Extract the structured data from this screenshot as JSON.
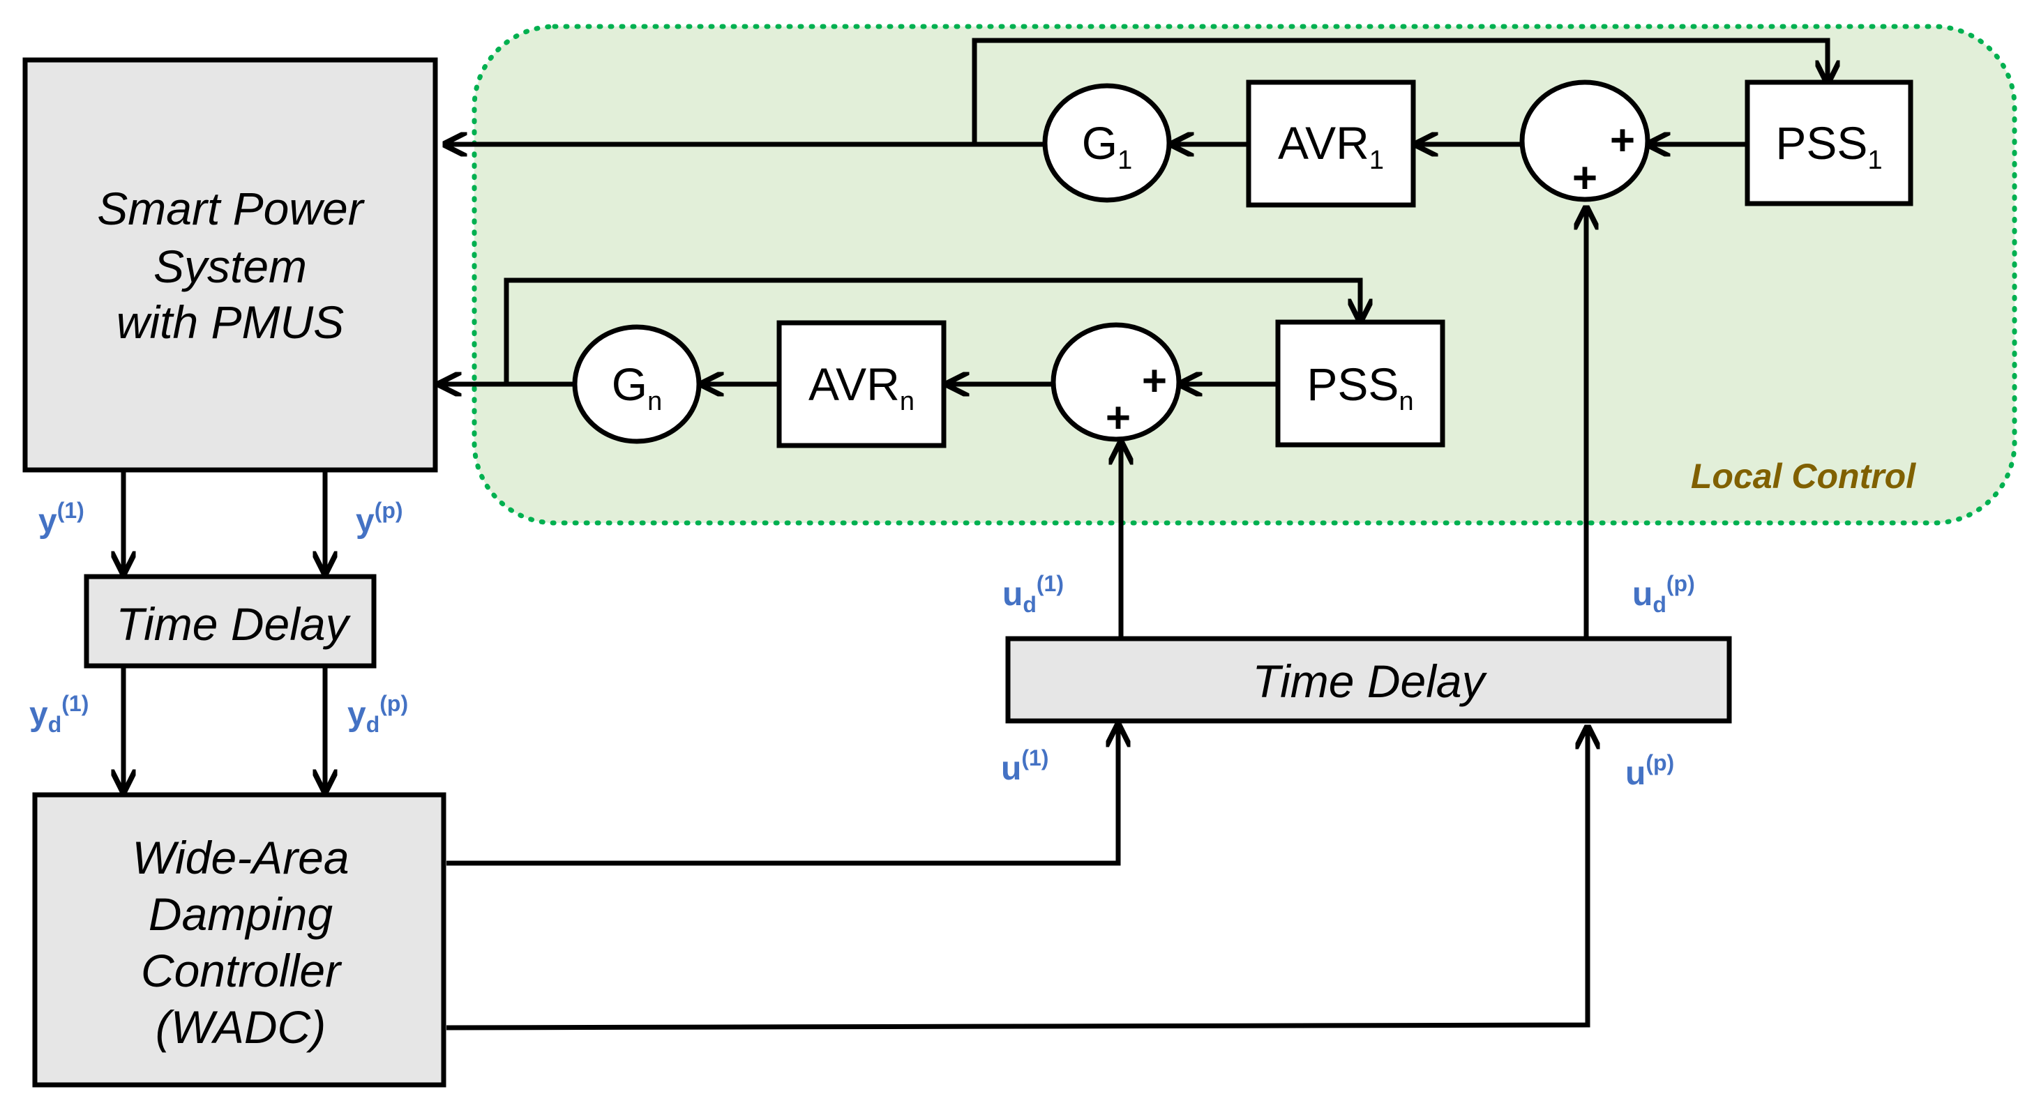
{
  "blocks": {
    "smart_power_system": [
      "Smart Power",
      "System",
      "with PMUS"
    ],
    "time_delay_left": "Time Delay",
    "time_delay_right": "Time Delay",
    "wadc": [
      "Wide-Area",
      "Damping",
      "Controller",
      "(WADC)"
    ],
    "avr1": {
      "base": "AVR",
      "sub": "1"
    },
    "avrn": {
      "base": "AVR",
      "sub": "n"
    },
    "pss1": {
      "base": "PSS",
      "sub": "1"
    },
    "pssn": {
      "base": "PSS",
      "sub": "n"
    },
    "g1": {
      "base": "G",
      "sub": "1"
    },
    "gn": {
      "base": "G",
      "sub": "n"
    }
  },
  "region": {
    "label": "Local Control"
  },
  "signals": {
    "y1": {
      "base": "y",
      "sup": "(1)"
    },
    "yp": {
      "base": "y",
      "sup": "(p)"
    },
    "yd1": {
      "base": "y",
      "sub": "d",
      "sup": "(1)"
    },
    "ydp": {
      "base": "y",
      "sub": "d",
      "sup": "(p)"
    },
    "u1": {
      "base": "u",
      "sup": "(1)"
    },
    "up": {
      "base": "u",
      "sup": "(p)"
    },
    "ud1": {
      "base": "u",
      "sub": "d",
      "sup": "(1)"
    },
    "udp": {
      "base": "u",
      "sub": "d",
      "sup": "(p)"
    }
  },
  "summing_junction_signs": "+",
  "colors": {
    "region_fill": "#e2efd9",
    "region_border": "#00b050",
    "block_fill_gray": "#e6e6e6",
    "signal_label": "#4472c4",
    "region_label": "#806000"
  }
}
